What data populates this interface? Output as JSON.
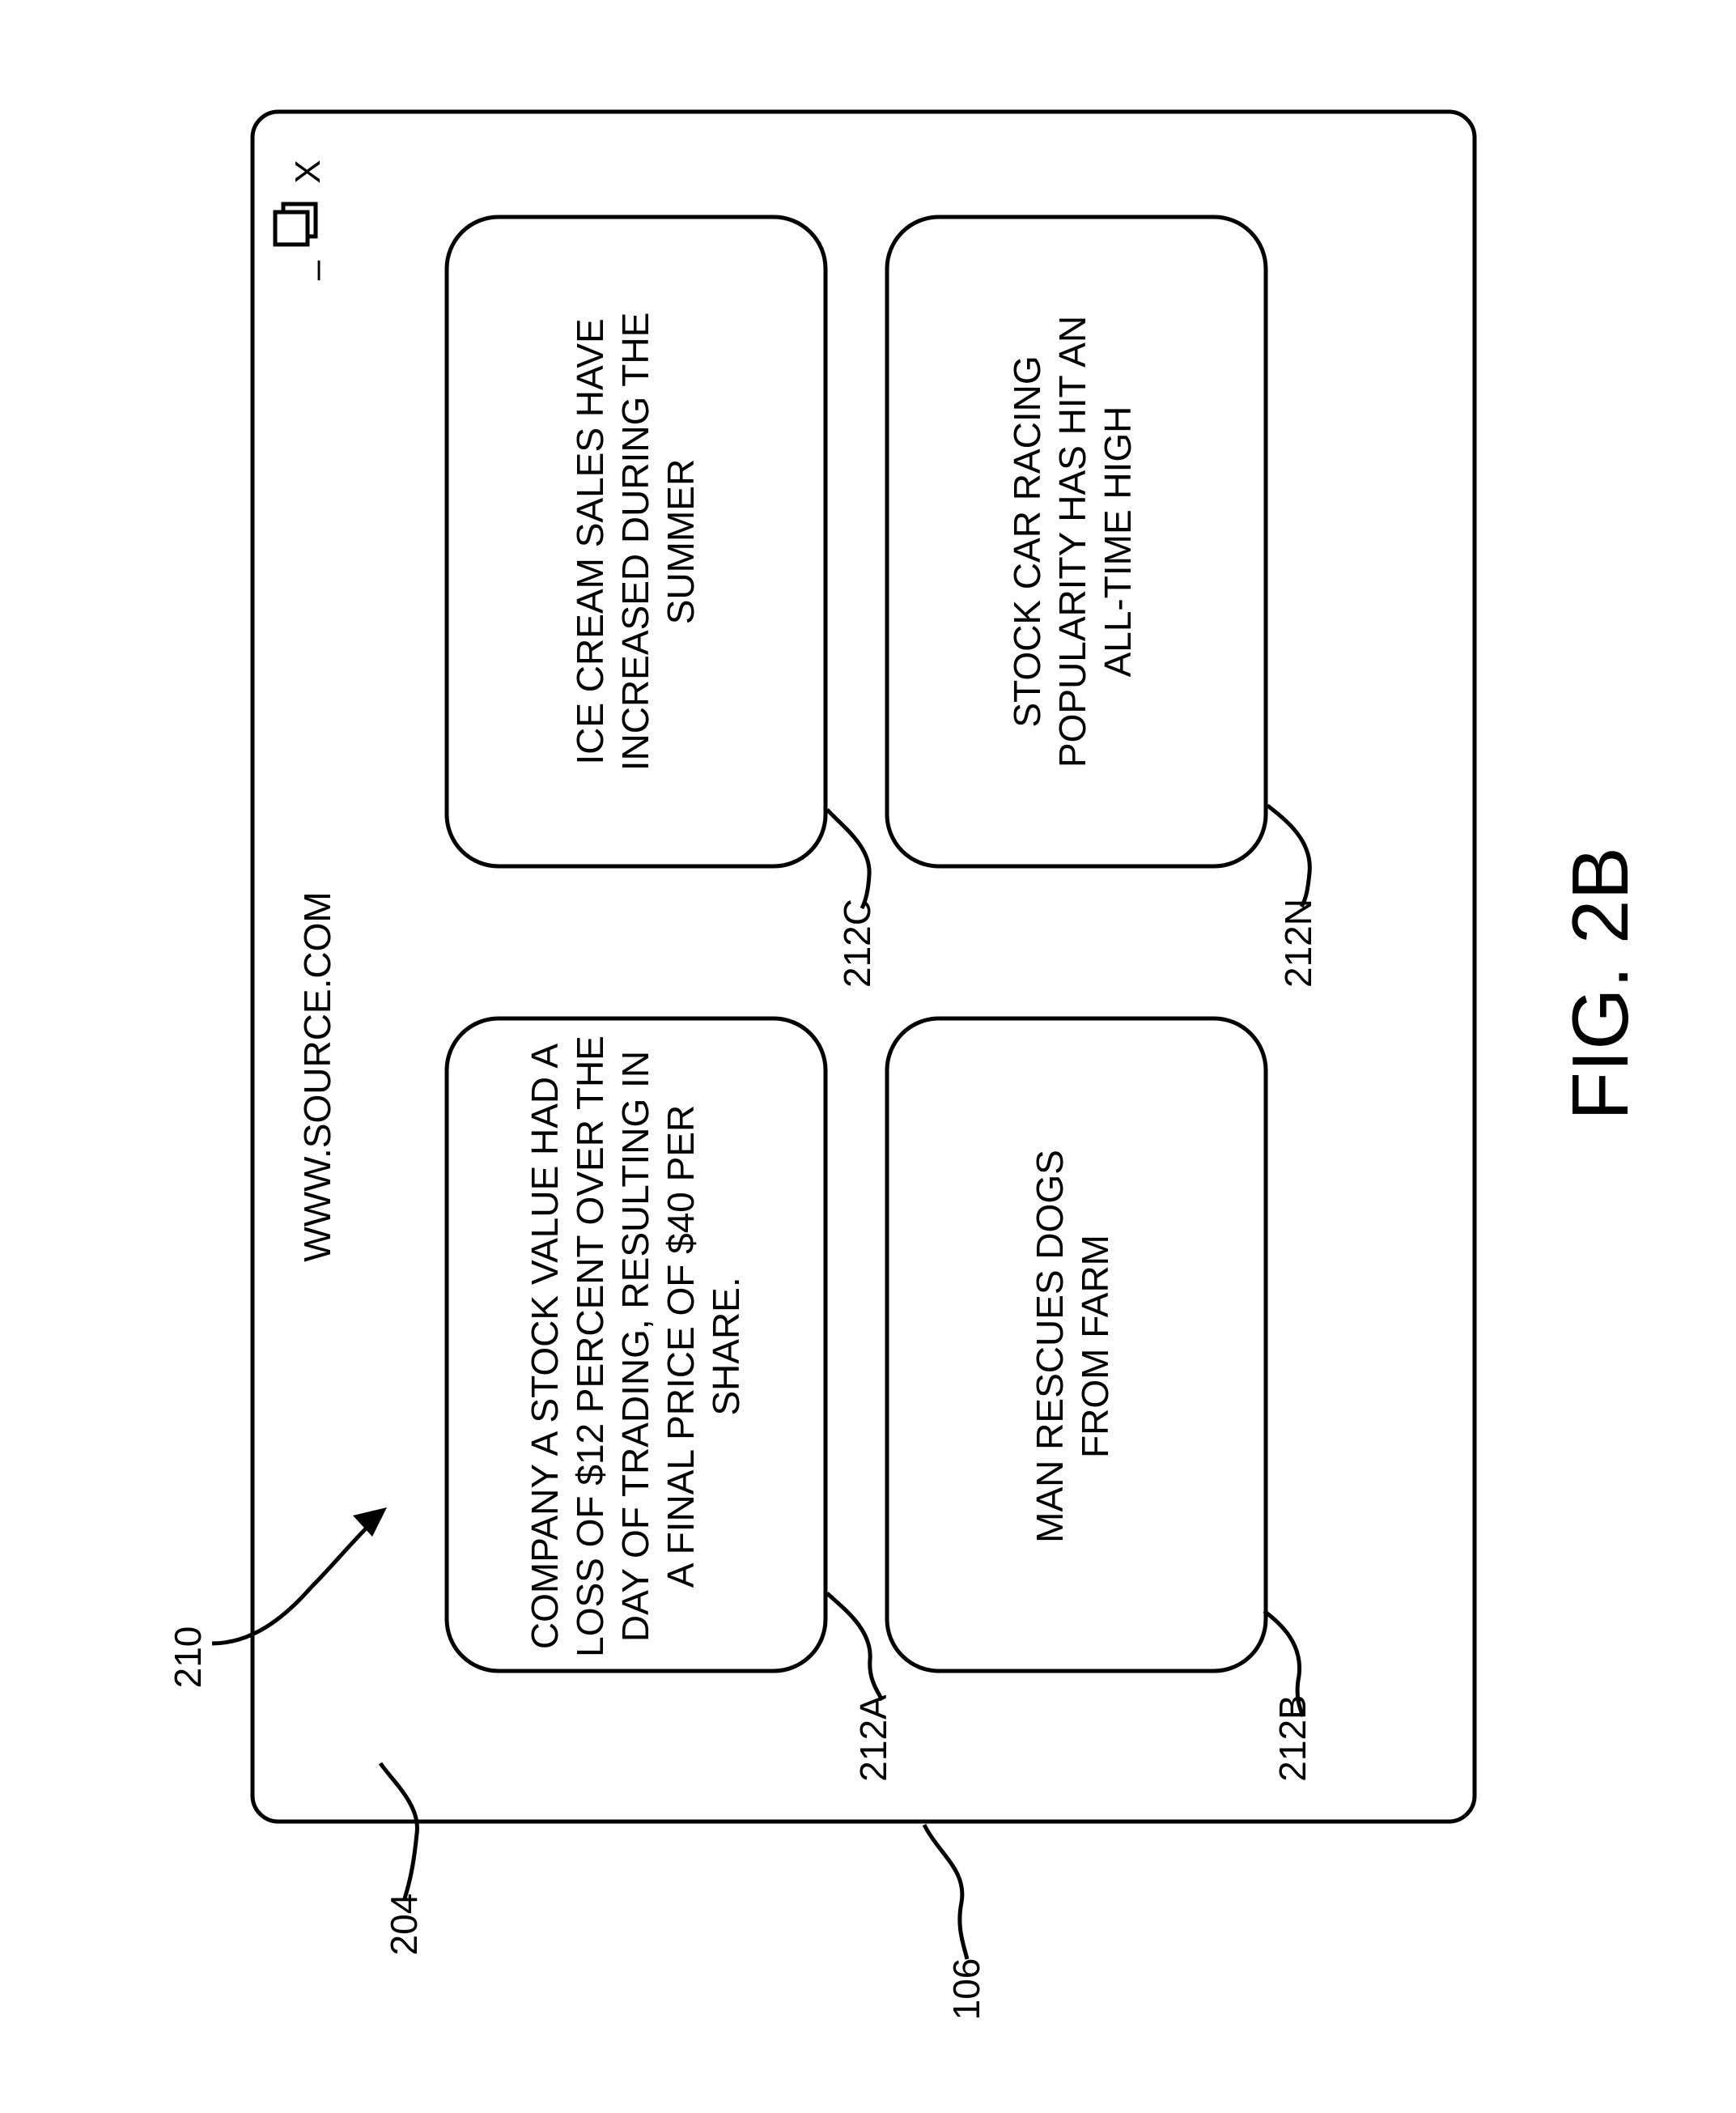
{
  "figure_label": "FIG. 2B",
  "window": {
    "url": "WWW.SOURCE.COM",
    "controls": {
      "minimize": "–",
      "close": "X"
    },
    "icons": [
      "minimize-icon",
      "restore-icon",
      "close-icon"
    ]
  },
  "cards": [
    {
      "id": "212A",
      "text": "COMPANY A STOCK VALUE HAD A LOSS OF $12 PERCENT OVER THE DAY OF TRADING, RESULTING IN A FINAL PRICE OF $40 PER SHARE."
    },
    {
      "id": "212B",
      "text": "MAN RESCUES DOGS FROM FARM"
    },
    {
      "id": "212C",
      "text": "ICE CREAM SALES HAVE INCREASED DURING THE SUMMER"
    },
    {
      "id": "212N",
      "text": "STOCK CAR RACING POPULARITY HAS HIT AN ALL-TIME HIGH"
    }
  ],
  "references": {
    "device": "106",
    "screen": "204",
    "page": "210"
  }
}
